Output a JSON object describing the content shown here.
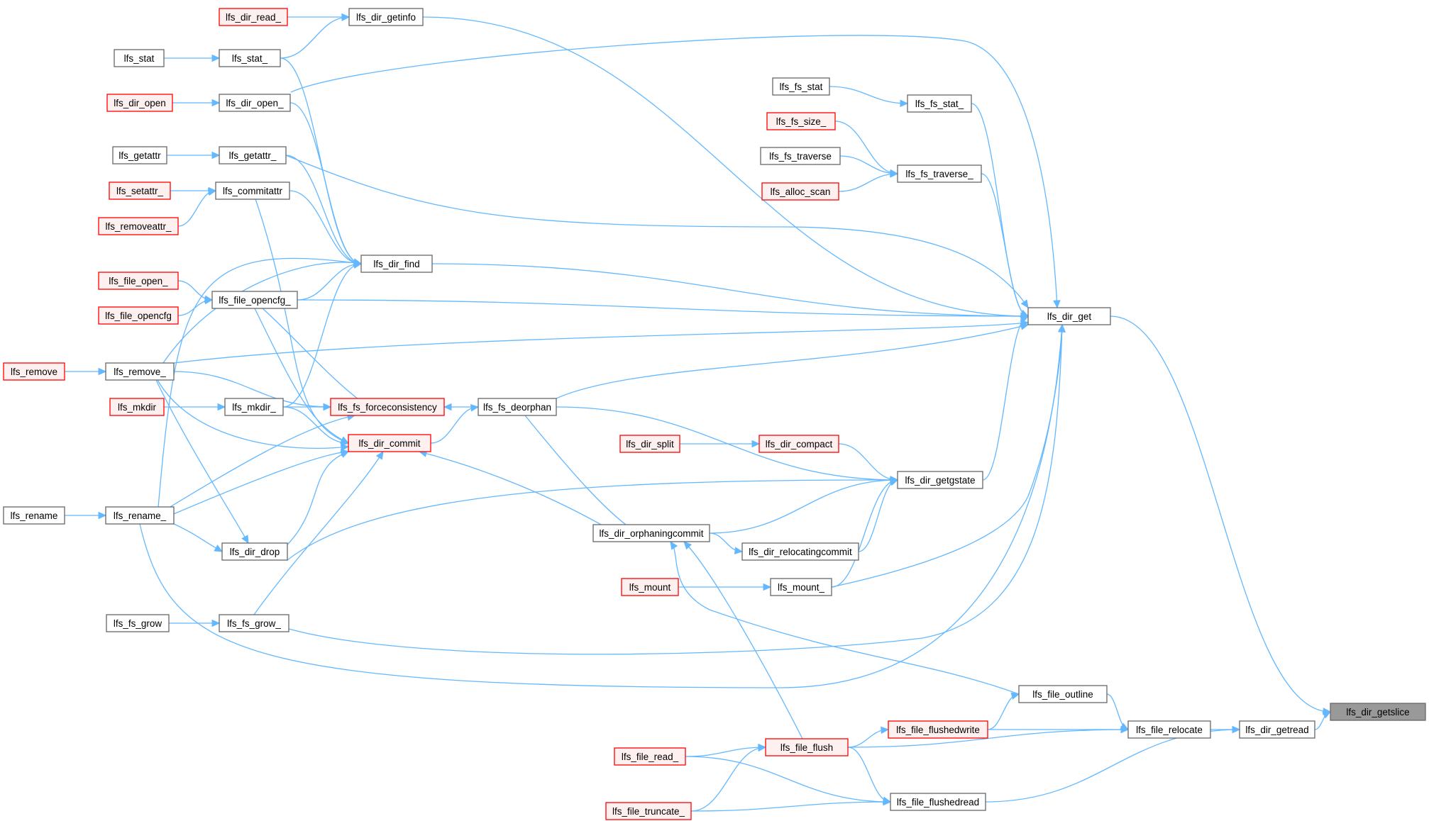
{
  "colors": {
    "edge": "#63b8ff",
    "node_border_normal": "#666666",
    "node_border_truncated": "#ff0000",
    "node_fill_truncated": "#fff0f0",
    "node_fill_normal": "#ffffff",
    "node_fill_root": "#999999"
  },
  "graph": {
    "nodes": [
      {
        "id": "dir_getslice",
        "label": "lfs_dir_getslice",
        "style": "root"
      },
      {
        "id": "dir_getread",
        "label": "lfs_dir_getread",
        "style": "normal"
      },
      {
        "id": "dir_get",
        "label": "lfs_dir_get",
        "style": "normal"
      },
      {
        "id": "file_relocate",
        "label": "lfs_file_relocate",
        "style": "normal"
      },
      {
        "id": "file_outline",
        "label": "lfs_file_outline",
        "style": "normal"
      },
      {
        "id": "file_flushedwrite",
        "label": "lfs_file_flushedwrite",
        "style": "truncated"
      },
      {
        "id": "file_flush",
        "label": "lfs_file_flush",
        "style": "truncated"
      },
      {
        "id": "file_flushedread",
        "label": "lfs_file_flushedread",
        "style": "normal"
      },
      {
        "id": "file_read_",
        "label": "lfs_file_read_",
        "style": "truncated"
      },
      {
        "id": "file_truncate_",
        "label": "lfs_file_truncate_",
        "style": "truncated"
      },
      {
        "id": "dir_getinfo",
        "label": "lfs_dir_getinfo",
        "style": "normal"
      },
      {
        "id": "dir_read_",
        "label": "lfs_dir_read_",
        "style": "truncated"
      },
      {
        "id": "stat_",
        "label": "lfs_stat_",
        "style": "normal"
      },
      {
        "id": "stat",
        "label": "lfs_stat",
        "style": "normal"
      },
      {
        "id": "dir_open_",
        "label": "lfs_dir_open_",
        "style": "normal"
      },
      {
        "id": "dir_open",
        "label": "lfs_dir_open",
        "style": "truncated"
      },
      {
        "id": "getattr_",
        "label": "lfs_getattr_",
        "style": "normal"
      },
      {
        "id": "getattr",
        "label": "lfs_getattr",
        "style": "normal"
      },
      {
        "id": "commitattr",
        "label": "lfs_commitattr",
        "style": "normal"
      },
      {
        "id": "setattr_",
        "label": "lfs_setattr_",
        "style": "truncated"
      },
      {
        "id": "removeattr_",
        "label": "lfs_removeattr_",
        "style": "truncated"
      },
      {
        "id": "dir_find",
        "label": "lfs_dir_find",
        "style": "normal"
      },
      {
        "id": "file_opencfg_",
        "label": "lfs_file_opencfg_",
        "style": "normal"
      },
      {
        "id": "file_open_",
        "label": "lfs_file_open_",
        "style": "truncated"
      },
      {
        "id": "file_opencfg",
        "label": "lfs_file_opencfg",
        "style": "truncated"
      },
      {
        "id": "remove_",
        "label": "lfs_remove_",
        "style": "normal"
      },
      {
        "id": "remove",
        "label": "lfs_remove",
        "style": "truncated"
      },
      {
        "id": "mkdir_",
        "label": "lfs_mkdir_",
        "style": "normal"
      },
      {
        "id": "mkdir",
        "label": "lfs_mkdir",
        "style": "truncated"
      },
      {
        "id": "fs_forceconsistency",
        "label": "lfs_fs_forceconsistency",
        "style": "truncated"
      },
      {
        "id": "fs_deorphan",
        "label": "lfs_fs_deorphan",
        "style": "normal"
      },
      {
        "id": "dir_commit",
        "label": "lfs_dir_commit",
        "style": "truncated"
      },
      {
        "id": "rename_",
        "label": "lfs_rename_",
        "style": "normal"
      },
      {
        "id": "rename",
        "label": "lfs_rename",
        "style": "normal"
      },
      {
        "id": "dir_drop",
        "label": "lfs_dir_drop",
        "style": "normal"
      },
      {
        "id": "fs_grow_",
        "label": "lfs_fs_grow_",
        "style": "normal"
      },
      {
        "id": "fs_grow",
        "label": "lfs_fs_grow",
        "style": "normal"
      },
      {
        "id": "fs_stat",
        "label": "lfs_fs_stat",
        "style": "normal"
      },
      {
        "id": "fs_stat_",
        "label": "lfs_fs_stat_",
        "style": "normal"
      },
      {
        "id": "fs_size_",
        "label": "lfs_fs_size_",
        "style": "truncated"
      },
      {
        "id": "fs_traverse",
        "label": "lfs_fs_traverse",
        "style": "normal"
      },
      {
        "id": "fs_traverse_",
        "label": "lfs_fs_traverse_",
        "style": "normal"
      },
      {
        "id": "alloc_scan",
        "label": "lfs_alloc_scan",
        "style": "truncated"
      },
      {
        "id": "dir_split",
        "label": "lfs_dir_split",
        "style": "truncated"
      },
      {
        "id": "dir_compact",
        "label": "lfs_dir_compact",
        "style": "truncated"
      },
      {
        "id": "dir_getgstate",
        "label": "lfs_dir_getgstate",
        "style": "normal"
      },
      {
        "id": "dir_orphaningcommit",
        "label": "lfs_dir_orphaningcommit",
        "style": "normal"
      },
      {
        "id": "dir_relocatingcommit",
        "label": "lfs_dir_relocatingcommit",
        "style": "normal"
      },
      {
        "id": "mount",
        "label": "lfs_mount",
        "style": "truncated"
      },
      {
        "id": "mount_",
        "label": "lfs_mount_",
        "style": "normal"
      }
    ],
    "edges": [
      [
        "dir_getread",
        "dir_getslice"
      ],
      [
        "dir_get",
        "dir_getslice"
      ],
      [
        "file_relocate",
        "dir_getread"
      ],
      [
        "file_flushedread",
        "dir_getread"
      ],
      [
        "file_outline",
        "file_relocate"
      ],
      [
        "file_flushedwrite",
        "file_relocate"
      ],
      [
        "file_flush",
        "file_relocate"
      ],
      [
        "file_flushedwrite",
        "file_outline"
      ],
      [
        "file_flush",
        "file_flushedwrite"
      ],
      [
        "file_read_",
        "file_flush"
      ],
      [
        "file_truncate_",
        "file_flush"
      ],
      [
        "file_read_",
        "file_flushedread"
      ],
      [
        "file_truncate_",
        "file_flushedread"
      ],
      [
        "file_flush",
        "file_flushedread"
      ],
      [
        "dir_getinfo",
        "dir_get"
      ],
      [
        "dir_read_",
        "dir_getinfo"
      ],
      [
        "stat_",
        "dir_getinfo"
      ],
      [
        "stat",
        "stat_"
      ],
      [
        "dir_open_",
        "dir_get"
      ],
      [
        "dir_open",
        "dir_open_"
      ],
      [
        "getattr_",
        "dir_get"
      ],
      [
        "getattr",
        "getattr_"
      ],
      [
        "setattr_",
        "commitattr"
      ],
      [
        "removeattr_",
        "commitattr"
      ],
      [
        "dir_find",
        "dir_get"
      ],
      [
        "stat_",
        "dir_find"
      ],
      [
        "dir_open_",
        "dir_find"
      ],
      [
        "getattr_",
        "dir_find"
      ],
      [
        "commitattr",
        "dir_find"
      ],
      [
        "file_opencfg_",
        "dir_find"
      ],
      [
        "remove_",
        "dir_find"
      ],
      [
        "rename_",
        "dir_find"
      ],
      [
        "mkdir_",
        "dir_find"
      ],
      [
        "file_opencfg_",
        "dir_get"
      ],
      [
        "file_open_",
        "file_opencfg_"
      ],
      [
        "file_opencfg",
        "file_opencfg_"
      ],
      [
        "remove_",
        "dir_get"
      ],
      [
        "remove",
        "remove_"
      ],
      [
        "mkdir",
        "mkdir_"
      ],
      [
        "fs_deorphan",
        "dir_get"
      ],
      [
        "fs_deorphan",
        "fs_forceconsistency"
      ],
      [
        "file_opencfg_",
        "fs_forceconsistency"
      ],
      [
        "remove_",
        "fs_forceconsistency"
      ],
      [
        "mkdir_",
        "fs_forceconsistency"
      ],
      [
        "rename_",
        "fs_forceconsistency"
      ],
      [
        "dir_commit",
        "fs_deorphan"
      ],
      [
        "commitattr",
        "dir_commit"
      ],
      [
        "file_opencfg_",
        "dir_commit"
      ],
      [
        "remove_",
        "dir_commit"
      ],
      [
        "mkdir_",
        "dir_commit"
      ],
      [
        "rename_",
        "dir_commit"
      ],
      [
        "dir_drop",
        "dir_commit"
      ],
      [
        "fs_grow_",
        "dir_commit"
      ],
      [
        "dir_orphaningcommit",
        "dir_commit"
      ],
      [
        "rename",
        "rename_"
      ],
      [
        "rename_",
        "dir_get"
      ],
      [
        "remove_",
        "dir_drop"
      ],
      [
        "rename_",
        "dir_drop"
      ],
      [
        "dir_drop",
        "dir_getgstate"
      ],
      [
        "fs_grow_",
        "dir_get"
      ],
      [
        "fs_grow",
        "fs_grow_"
      ],
      [
        "fs_stat",
        "fs_stat_"
      ],
      [
        "fs_stat_",
        "dir_get"
      ],
      [
        "fs_size_",
        "fs_traverse_"
      ],
      [
        "fs_traverse",
        "fs_traverse_"
      ],
      [
        "alloc_scan",
        "fs_traverse_"
      ],
      [
        "fs_traverse_",
        "dir_get"
      ],
      [
        "dir_split",
        "dir_compact"
      ],
      [
        "dir_compact",
        "dir_getgstate"
      ],
      [
        "fs_deorphan",
        "dir_getgstate"
      ],
      [
        "dir_getgstate",
        "dir_get"
      ],
      [
        "dir_orphaningcommit",
        "dir_getgstate"
      ],
      [
        "dir_relocatingcommit",
        "dir_getgstate"
      ],
      [
        "mount_",
        "dir_getgstate"
      ],
      [
        "fs_deorphan",
        "dir_orphaningcommit"
      ],
      [
        "dir_orphaningcommit",
        "dir_relocatingcommit"
      ],
      [
        "file_flush",
        "dir_orphaningcommit"
      ],
      [
        "file_outline",
        "dir_orphaningcommit"
      ],
      [
        "mount",
        "mount_"
      ],
      [
        "mount_",
        "dir_get"
      ]
    ]
  }
}
